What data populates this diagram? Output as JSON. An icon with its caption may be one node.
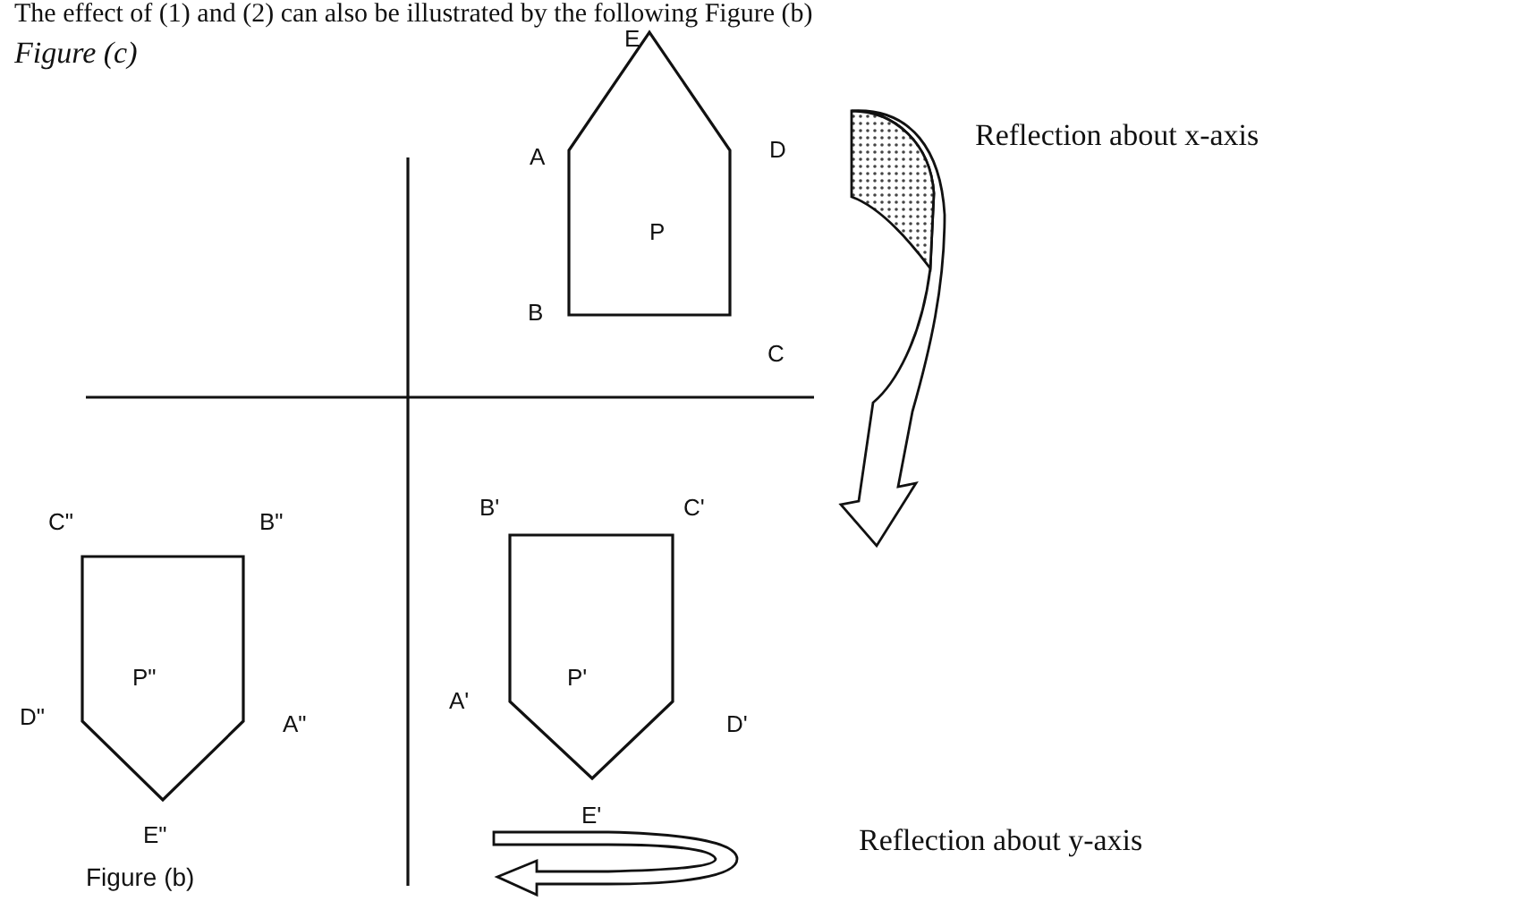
{
  "diagram": {
    "title": "The effect of (1) and (2) can also be illustrated by the following Figure (b)",
    "nodes": [
      {
        "text": [
          "P"
        ]
      },
      {
        "text": [
          "P'"
        ]
      },
      {
        "text": [
          "P\""
        ]
      }
    ],
    "labels": [
      "Figure (c)",
      "E",
      "A",
      "D",
      "Reflection about x-axis",
      "B",
      "C",
      "C\"",
      "B\"",
      "B'",
      "C'",
      "D\"",
      "A\"",
      "A'",
      "D'",
      "E\"",
      "E'",
      "Reflection about y-axis",
      "Figure (b)"
    ]
  }
}
